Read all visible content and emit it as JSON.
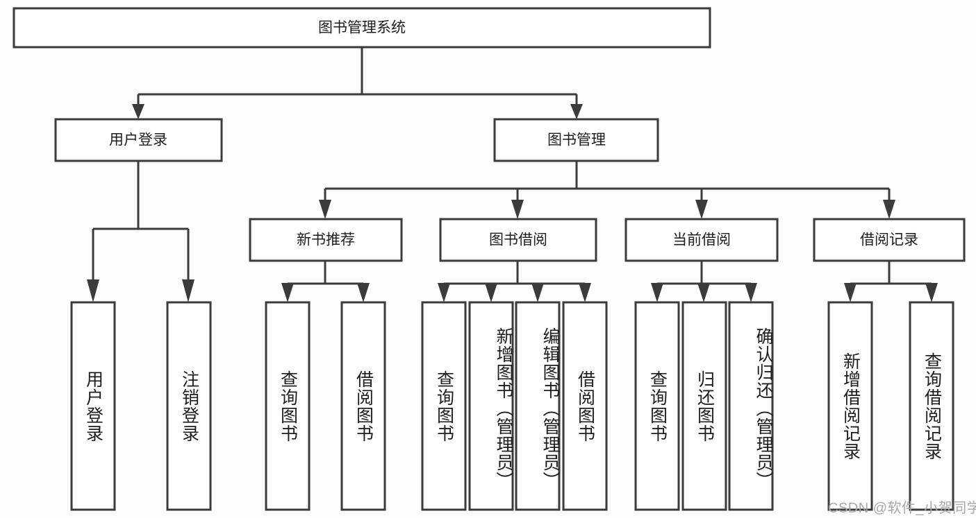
{
  "diagram": {
    "title": "图书管理系统",
    "watermark": "CSDN @软件_小贺同学",
    "accent_color": "#3b3b3b",
    "box_fill": "#ffffff",
    "background": "#fdfdfd",
    "root": {
      "label": "图书管理系统",
      "level": 0
    },
    "level1": [
      {
        "label": "用户登录"
      },
      {
        "label": "图书管理"
      }
    ],
    "level2": [
      {
        "label": "新书推荐",
        "parent": "图书管理"
      },
      {
        "label": "图书借阅",
        "parent": "图书管理"
      },
      {
        "label": "当前借阅",
        "parent": "图书管理"
      },
      {
        "label": "借阅记录",
        "parent": "图书管理"
      }
    ],
    "leaves": [
      {
        "label": "用户登录",
        "parent": "用户登录"
      },
      {
        "label": "注销登录",
        "parent": "用户登录"
      },
      {
        "label": "查询图书",
        "parent": "新书推荐"
      },
      {
        "label": "借阅图书",
        "parent": "新书推荐"
      },
      {
        "label": "查询图书",
        "parent": "图书借阅"
      },
      {
        "label": "新增图书（管理员）",
        "parent": "图书借阅"
      },
      {
        "label": "编辑图书（管理员）",
        "parent": "图书借阅"
      },
      {
        "label": "借阅图书",
        "parent": "图书借阅"
      },
      {
        "label": "查询图书",
        "parent": "当前借阅"
      },
      {
        "label": "归还图书",
        "parent": "当前借阅"
      },
      {
        "label": "确认归还（管理员）",
        "parent": "当前借阅"
      },
      {
        "label": "新增借阅记录",
        "parent": "借阅记录"
      },
      {
        "label": "查询借阅记录",
        "parent": "借阅记录"
      }
    ]
  }
}
